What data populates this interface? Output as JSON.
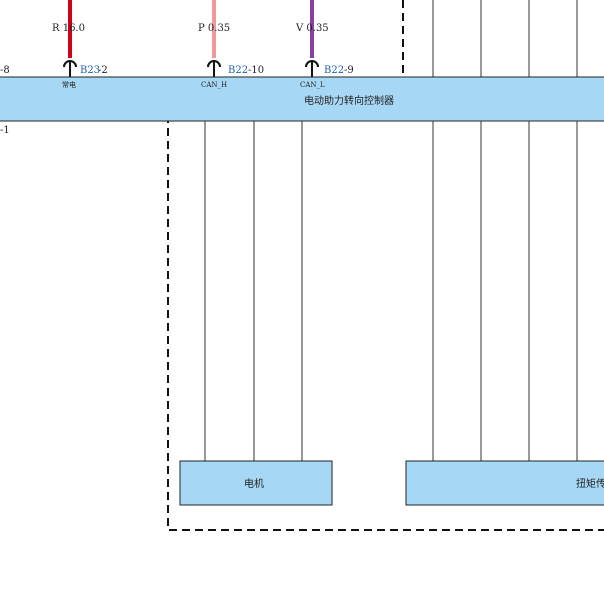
{
  "colors": {
    "bar_fill": "#a6d8f5",
    "bar_stroke": "#222222",
    "connector_blue": "#1f5fad",
    "wire_red": "#d0021b",
    "wire_pink": "#ef9a9a",
    "wire_violet": "#8b3fa0",
    "line": "#333333"
  },
  "wires": [
    {
      "label": "R 16.0",
      "color": "wire_red",
      "connector": "B23",
      "pin": "-2",
      "signal": "常电"
    },
    {
      "label": "P 0.35",
      "color": "wire_pink",
      "connector": "B22",
      "pin": "-10",
      "signal": "CAN_H"
    },
    {
      "label": "V 0.35",
      "color": "wire_violet",
      "connector": "B22",
      "pin": "-9",
      "signal": "CAN_L"
    }
  ],
  "left_pins": {
    "top": "-8",
    "bottom": "-1"
  },
  "controller": {
    "name": "电动助力转向控制器"
  },
  "components": [
    {
      "label": "电机"
    },
    {
      "label": "扭矩传"
    }
  ]
}
